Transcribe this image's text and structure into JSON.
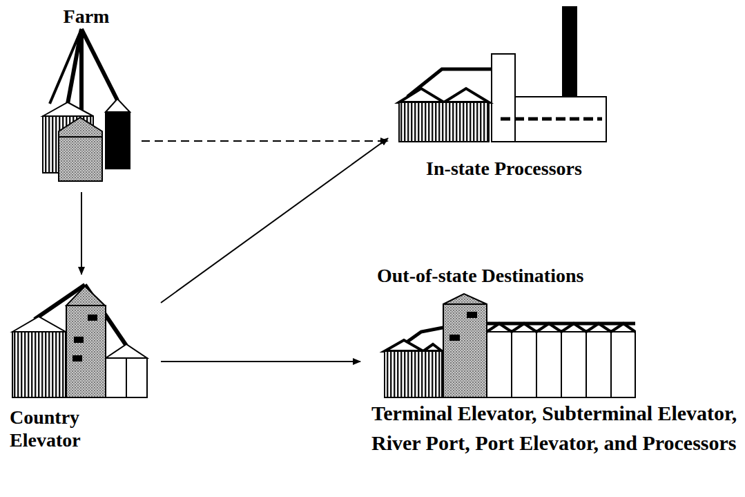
{
  "diagram": {
    "nodes": [
      {
        "text": [
          "Farm"
        ]
      },
      {
        "text": [
          "In-state Processors"
        ]
      },
      {
        "text": [
          "Country Elevator"
        ]
      },
      {
        "text": [
          "Out-of-state Destinations",
          "Terminal Elevator, Subterminal Elevator, River Port, Port Elevator, and Processors"
        ]
      }
    ],
    "edges": [
      {
        "from": 0,
        "to": 2,
        "arrow": "to"
      },
      {
        "from": 0,
        "to": 1,
        "arrow": "to"
      },
      {
        "from": 2,
        "to": 1,
        "arrow": "to"
      },
      {
        "from": 2,
        "to": 3,
        "arrow": "to"
      }
    ]
  }
}
